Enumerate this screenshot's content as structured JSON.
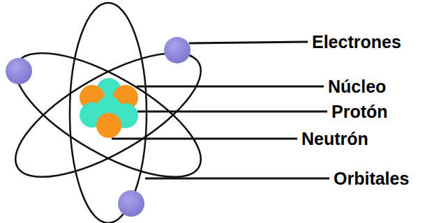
{
  "diagram": {
    "labels": [
      "Electrones",
      "Núcleo",
      "Protón",
      "Neutrón",
      "Orbitales"
    ]
  }
}
